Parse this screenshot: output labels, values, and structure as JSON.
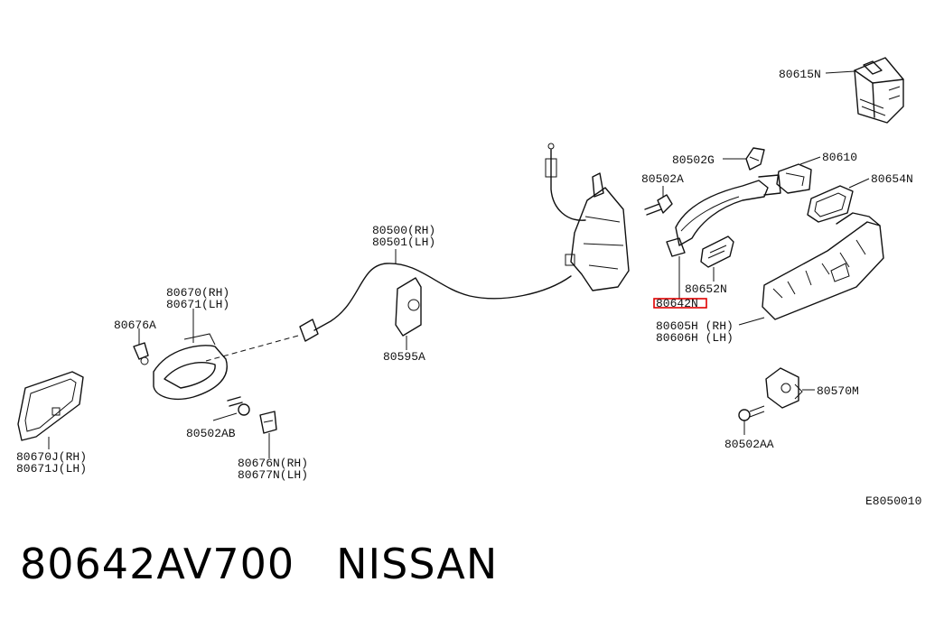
{
  "diagram": {
    "code": "E8050010",
    "highlight_color": "#e00000",
    "labels": {
      "p80615N": "80615N",
      "p80502G": "80502G",
      "p80610": "80610",
      "p80502A": "80502A",
      "p80654N": "80654N",
      "p80500": "80500(RH)",
      "p80501": "80501(LH)",
      "p80670": "80670(RH)",
      "p80671": "80671(LH)",
      "p80676A": "80676A",
      "p80652N": "80652N",
      "p80642N": "80642N",
      "p80605H": "80605H (RH)",
      "p80606H": "80606H (LH)",
      "p80595A": "80595A",
      "p80570M": "80570M",
      "p80502AB": "80502AB",
      "p80502AA": "80502AA",
      "p80670J": "80670J(RH)",
      "p80671J": "80671J(LH)",
      "p80676N": "80676N(RH)",
      "p80677N": "80677N(LH)"
    }
  },
  "footer": {
    "part_number": "80642AV700",
    "brand": "NISSAN"
  }
}
